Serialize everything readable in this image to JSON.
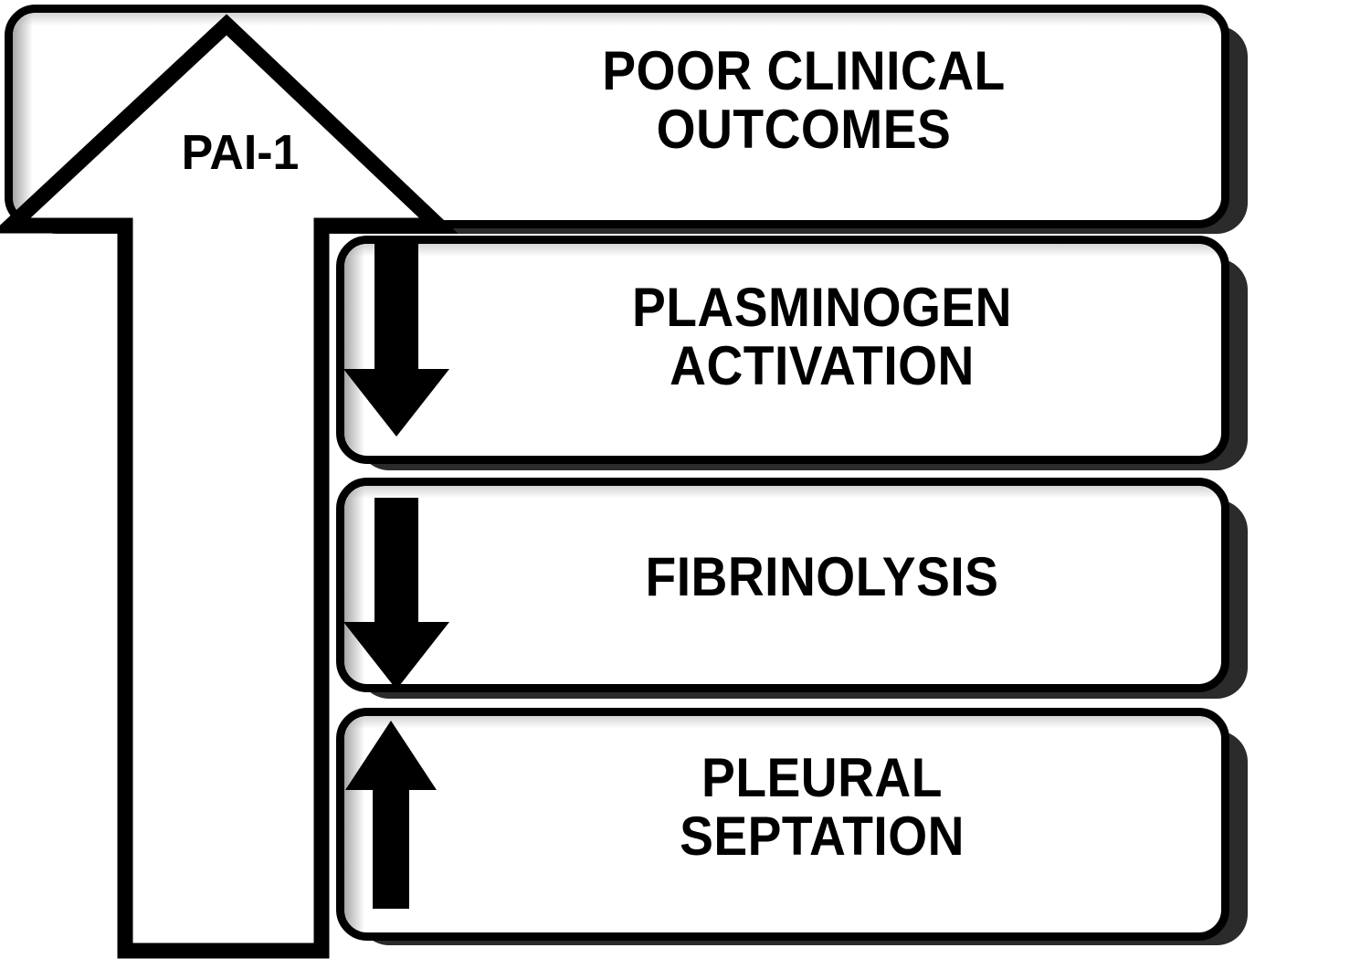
{
  "diagram": {
    "title": "PAI-1 pleural pathway cascade",
    "driver": {
      "name": "pai1-arrow",
      "label": "PAI-1",
      "icon": "arrow-up-outline-icon",
      "direction": "up",
      "fill": "#ffffff",
      "stroke": "#000000"
    },
    "colors": {
      "box_fill": "#ffffff",
      "box_border": "#000000",
      "box_shadow": "#2b2b2b",
      "text": "#000000",
      "arrow_fill": "#000000",
      "bevel": "#969696"
    },
    "nodes": [
      {
        "id": "poor-clinical-outcomes",
        "label": "POOR CLINICAL\nOUTCOMES",
        "arrow": null,
        "arrow_direction": null,
        "font_size": 60
      },
      {
        "id": "plasminogen-activation",
        "label": "PLASMINOGEN\nACTIVATION",
        "arrow": "arrow-down-icon",
        "arrow_direction": "down",
        "font_size": 60
      },
      {
        "id": "fibrinolysis",
        "label": "FIBRINOLYSIS",
        "arrow": "arrow-down-icon",
        "arrow_direction": "down",
        "font_size": 60
      },
      {
        "id": "pleural-septation",
        "label": "PLEURAL\nSEPTATION",
        "arrow": "arrow-up-icon",
        "arrow_direction": "up",
        "font_size": 60
      }
    ]
  }
}
